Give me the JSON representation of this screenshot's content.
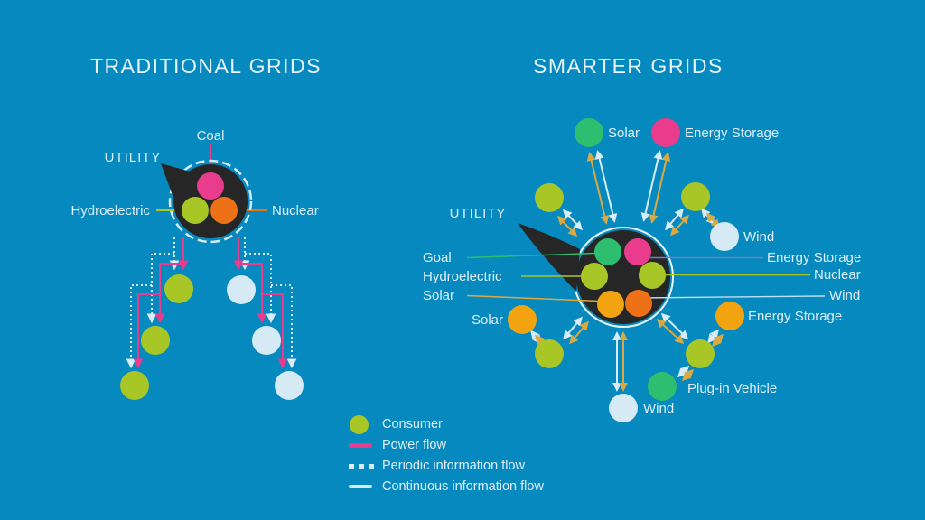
{
  "titles": {
    "traditional": "TRADITIONAL GRIDS",
    "smarter": "SMARTER GRIDS"
  },
  "traditional": {
    "utility_label": "UTILITY",
    "coal_label": "Coal",
    "hydroelectric_label": "Hydroelectric",
    "nuclear_label": "Nuclear"
  },
  "smarter": {
    "utility_label": "UTILITY",
    "hub_left_labels": {
      "goal": "Goal",
      "hydroelectric": "Hydroelectric",
      "solar": "Solar"
    },
    "hub_right_labels": {
      "energy_storage": "Energy Storage",
      "nuclear": "Nuclear",
      "wind": "Wind"
    },
    "satellite_labels": {
      "solar_top": "Solar",
      "energy_storage_top": "Energy Storage",
      "wind_right": "Wind",
      "solar_left": "Solar",
      "wind_bottom": "Wind",
      "plug_in_vehicle": "Plug-in Vehicle",
      "energy_storage_right": "Energy Storage"
    }
  },
  "legend": {
    "consumer": "Consumer",
    "power_flow": "Power flow",
    "periodic_info_flow": "Periodic information flow",
    "continuous_info_flow": "Continuous information flow"
  },
  "colors": {
    "background": "#0689BE",
    "text": "#DFEFF8",
    "power_pink": "#E93C8C",
    "consumer_lime": "#A8C626",
    "nuclear_orange": "#EE7118",
    "renewable_emerald": "#2EBE70",
    "storage_amber": "#F2A410",
    "pale_blue": "#D6EAF5",
    "hub_dark": "#262626",
    "arrow_tan": "#D9A943",
    "arrow_pale": "#D8ECF7",
    "energy_storage_line": "#6E7EC8"
  }
}
